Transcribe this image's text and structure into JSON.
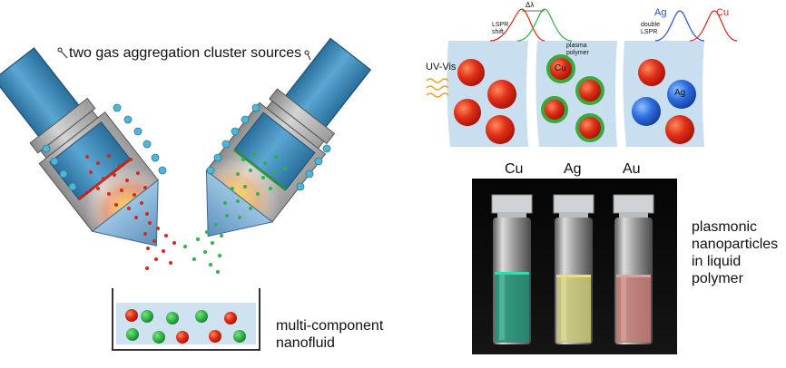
{
  "labels": {
    "sources": "two gas aggregation cluster sources",
    "nanofluid_line1": "multi-component",
    "nanofluid_line2": "nanofluid",
    "plasmonic_line1": "plasmonic",
    "plasmonic_line2": "nanoparticles",
    "plasmonic_line3": "in liquid",
    "plasmonic_line4": "polymer"
  },
  "spectra": {
    "uv_vis": "UV-Vis",
    "lspr_shift_line1": "LSPR",
    "lspr_shift_line2": "shift",
    "delta_lambda": "Δλ",
    "plasma_polymer_line1": "plasma",
    "plasma_polymer_line2": "polymer",
    "double_lspr_line1": "double",
    "double_lspr_line2": "LSPR",
    "cu_particle": "Cu",
    "ag_particle": "Ag",
    "ag_curve": "Ag",
    "cu_curve": "Cu"
  },
  "vials": [
    "Cu",
    "Ag",
    "Au"
  ],
  "colors": {
    "red_cluster": "#d42a14",
    "green_cluster": "#2fb24a",
    "blue_cluster": "#2a6fe0",
    "source_body": "#2f7fb0",
    "inset_bg": "#c9dff0"
  }
}
